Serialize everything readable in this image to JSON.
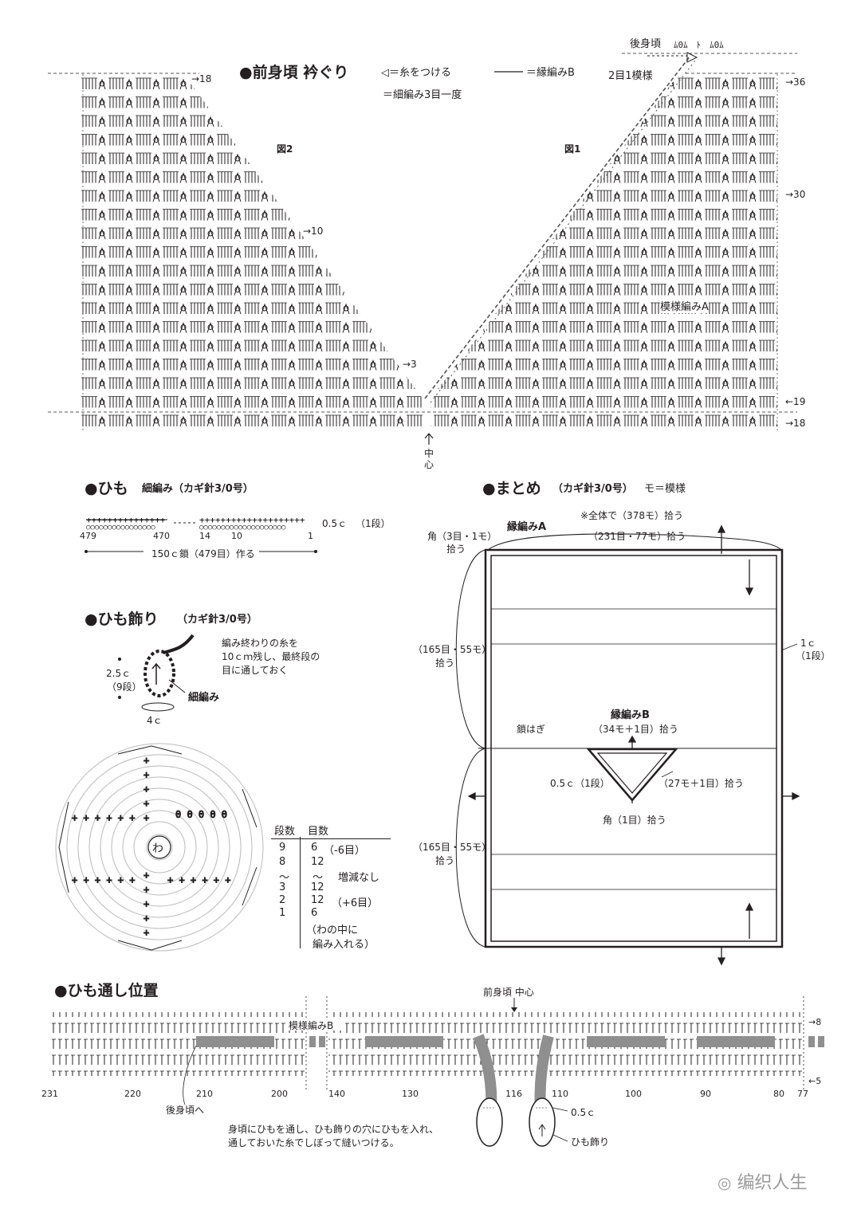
{
  "neckline": {
    "title": "●前身頃 衿ぐり",
    "legend_attach": "◁＝糸をつける",
    "legend_edging": "＝縁編みB",
    "legend_dec": "＝細編み3目一度",
    "fig2": "図2",
    "fig1": "図1",
    "back_label": "後身頃",
    "two_pattern": "2目1模様",
    "pattern_a": "模様編みA",
    "center": "中心",
    "row_markers": {
      "r18a": "→18",
      "r10": "→10",
      "r3": "→3",
      "r36": "→36",
      "r30": "→30",
      "r19": "←19",
      "r18b": "→18"
    }
  },
  "cord": {
    "title": "●ひも",
    "subtitle": "細編み（カギ針3/0号）",
    "nums": [
      "479",
      "470",
      "14",
      "10",
      "1"
    ],
    "thickness": "0.5ｃ",
    "row_note": "（1段）",
    "length": "150ｃ鎖（479目）作る"
  },
  "ornament": {
    "title": "●ひも飾り",
    "subtitle": "（カギ針3/0号）",
    "note1": "編み終わりの糸を",
    "note2": "10ｃｍ残し、最終段の",
    "note3": "目に通しておく",
    "height": "2.5ｃ",
    "rows": "（9段）",
    "width": "4ｃ",
    "stitch": "細編み",
    "ring": "わ",
    "table": {
      "header": [
        "段数",
        "目数"
      ],
      "rows": [
        [
          "9",
          "6",
          "（-6目）"
        ],
        [
          "8",
          "12",
          ""
        ],
        [
          "〜",
          "〜",
          "増減なし"
        ],
        [
          "3",
          "12",
          ""
        ],
        [
          "2",
          "12",
          "（+6目）"
        ],
        [
          "1",
          "6",
          ""
        ],
        [
          "",
          "（わの中に",
          ""
        ],
        [
          "",
          "編み入れる）",
          ""
        ]
      ]
    }
  },
  "assembly": {
    "title": "●まとめ",
    "subtitle": "（カギ針3/0号）",
    "mo_note": "モ＝模様",
    "total": "※全体で（378モ）拾う",
    "edging_a": "縁編みA",
    "corner_top1": "角（3目・1モ）",
    "corner_top2": "拾う",
    "top_pick": "（231目・77モ）拾う",
    "side_pick1": "（165目・55モ）",
    "side_pick2": "拾う",
    "width_1c": "1ｃ",
    "width_row": "（1段）",
    "edging_b": "縁編みB",
    "b_pick": "（34モ＋1目）拾う",
    "chain_join": "鎖はぎ",
    "b_width": "0.5ｃ（1段）",
    "b_right": "（27モ＋1目）拾う",
    "corner_bottom": "角（1目）拾う",
    "side_pick3": "（165目・55モ）",
    "side_pick4": "拾う"
  },
  "threading": {
    "title": "●ひも通し位置",
    "front_center": "前身頃 中心",
    "pattern_b": "模様編みB",
    "back_to": "後身頃へ",
    "r8": "→8",
    "r5": "←5",
    "nums_left": [
      "231",
      "220",
      "210",
      "200"
    ],
    "nums_right": [
      "140",
      "130",
      "116",
      "110",
      "100",
      "90",
      "80",
      "77"
    ],
    "size": "0.5ｃ",
    "ornament": "ひも飾り",
    "note1": "身頃にひもを通し、ひも飾りの穴にひもを入れ、",
    "note2": "通しておいた糸でしぼって縫いつける。"
  },
  "watermark": "编织人生"
}
